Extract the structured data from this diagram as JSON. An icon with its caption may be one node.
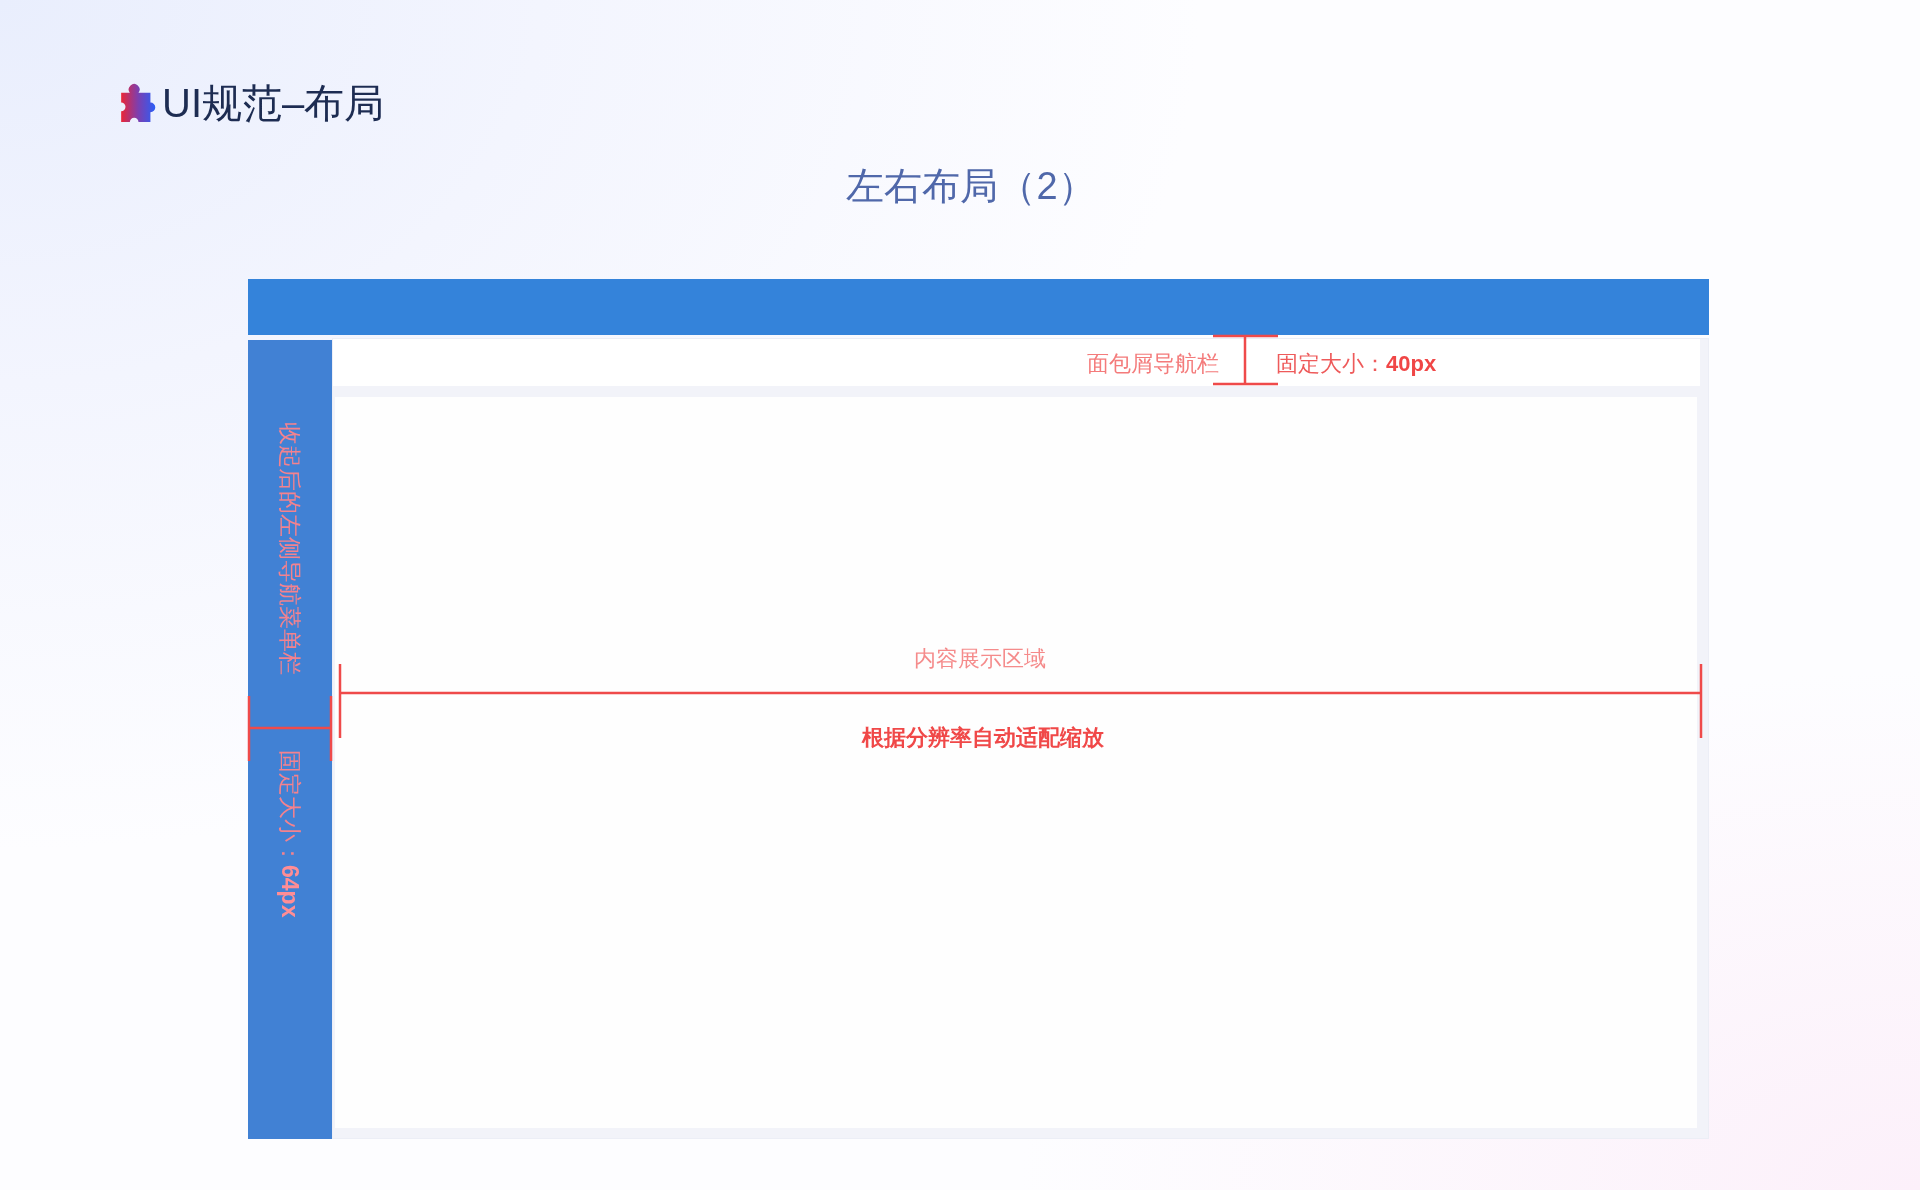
{
  "diagram": {
    "title": "左右布局（2）",
    "nodes": [
      {
        "text": [],
        "shape": "bar"
      },
      {
        "text": [
          "收起后的左侧导航菜单栏",
          "固定大小：**64px**"
        ]
      },
      {
        "text": [],
        "shape": "box"
      },
      {
        "text": [
          "面包屑导航栏",
          "固定大小：**40px**"
        ],
        "in": 2
      },
      {
        "text": [
          "内容展示区域",
          "根据分辨率自动适配缩放"
        ],
        "in": 2
      }
    ],
    "labels": [
      "UI规范–布局"
    ]
  }
}
